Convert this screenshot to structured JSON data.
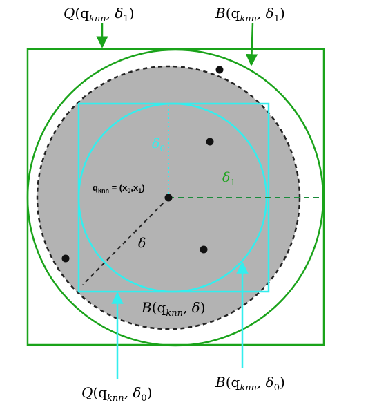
{
  "labels": {
    "q_outer": {
      "name": "Q",
      "args": "(q",
      "sub": "knn",
      "sep": ", δ",
      "param_sub": "1",
      "close": ")"
    },
    "b_outer": {
      "name": "B",
      "args": "(q",
      "sub": "knn",
      "sep": ", δ",
      "param_sub": "1",
      "close": ")"
    },
    "b_mid": {
      "name": "B",
      "args": "(q",
      "sub": "knn",
      "sep": ", δ",
      "close": ")"
    },
    "q_inner": {
      "name": "Q",
      "args": "(q",
      "sub": "knn",
      "sep": ", δ",
      "param_sub": "0",
      "close": ")"
    },
    "b_inner": {
      "name": "B",
      "args": "(q",
      "sub": "knn",
      "sep": ", δ",
      "param_sub": "0",
      "close": ")"
    },
    "query_point": {
      "q": "q",
      "sub": "knn",
      "eq": " = (x",
      "x0_sub": "0",
      "comma": ",x",
      "x1_sub": "1",
      "close": ")"
    },
    "delta0": {
      "sym": "δ",
      "sub": "0"
    },
    "delta1": {
      "sym": "δ",
      "sub": "1"
    },
    "delta": {
      "sym": "δ"
    }
  },
  "colors": {
    "green": "#1aa31a",
    "dark_green": "#1a8a3a",
    "cyan": "#33eeee",
    "gray_fill": "#b3b3b3",
    "dashed_black": "#222222",
    "point": "#111111"
  }
}
